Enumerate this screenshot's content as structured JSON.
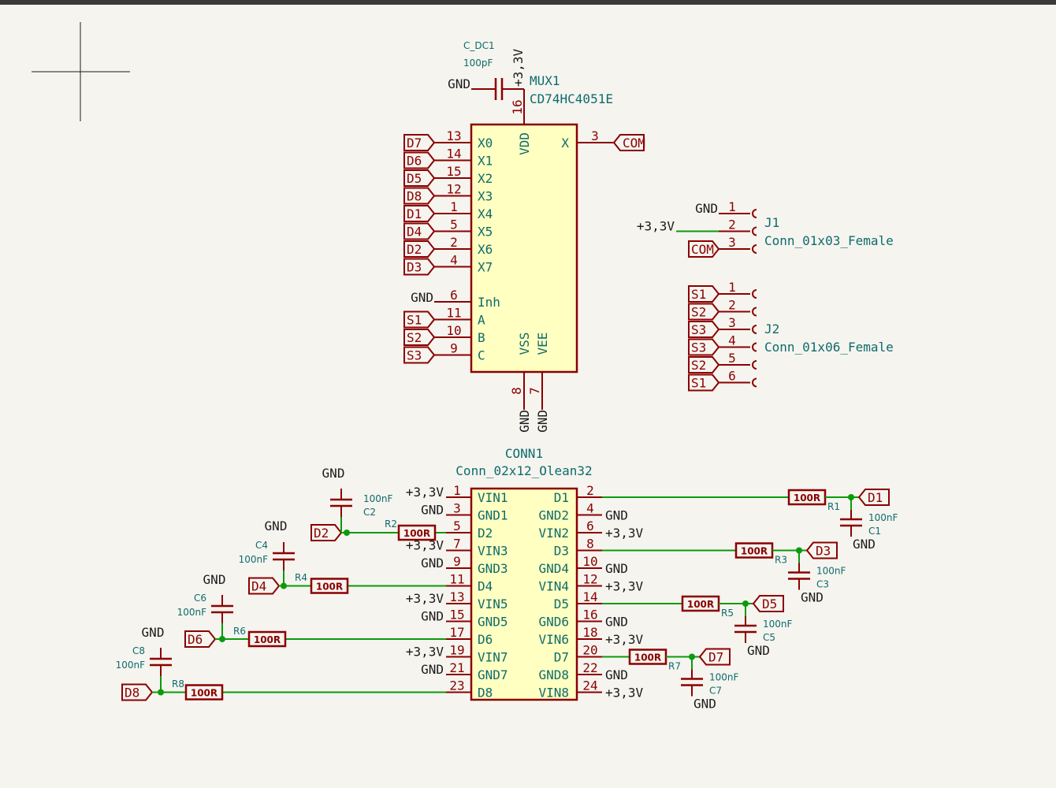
{
  "mux": {
    "ref": "MUX1",
    "value": "CD74HC4051E",
    "pins_left": [
      {
        "num": "13",
        "name": "X0",
        "label": "D7"
      },
      {
        "num": "14",
        "name": "X1",
        "label": "D6"
      },
      {
        "num": "15",
        "name": "X2",
        "label": "D5"
      },
      {
        "num": "12",
        "name": "X3",
        "label": "D8"
      },
      {
        "num": "1",
        "name": "X4",
        "label": "D1"
      },
      {
        "num": "5",
        "name": "X5",
        "label": "D4"
      },
      {
        "num": "2",
        "name": "X6",
        "label": "D2"
      },
      {
        "num": "4",
        "name": "X7",
        "label": "D3"
      },
      {
        "num": "6",
        "name": "Inh",
        "power": "GND"
      },
      {
        "num": "11",
        "name": "A",
        "label": "S1"
      },
      {
        "num": "10",
        "name": "B",
        "label": "S2"
      },
      {
        "num": "9",
        "name": "C",
        "label": "S3"
      }
    ],
    "pin_x": {
      "num": "3",
      "name": "X",
      "label": "COM"
    },
    "pin_vdd": {
      "num": "16",
      "name": "VDD",
      "power": "+3,3V"
    },
    "pin_vss": {
      "num": "8",
      "name": "VSS",
      "power": "GND"
    },
    "pin_vee": {
      "num": "7",
      "name": "VEE",
      "power": "GND"
    }
  },
  "cdc": {
    "ref": "C_DC1",
    "value": "100pF",
    "gnd": "GND"
  },
  "j1": {
    "ref": "J1",
    "value": "Conn_01x03_Female",
    "pins": [
      {
        "num": "1",
        "net": "GND",
        "type": "power"
      },
      {
        "num": "2",
        "net": "+3,3V",
        "type": "power"
      },
      {
        "num": "3",
        "net": "COM",
        "type": "label"
      }
    ]
  },
  "j2": {
    "ref": "J2",
    "value": "Conn_01x06_Female",
    "pins": [
      {
        "num": "1",
        "label": "S1"
      },
      {
        "num": "2",
        "label": "S2"
      },
      {
        "num": "3",
        "label": "S3"
      },
      {
        "num": "4",
        "label": "S3"
      },
      {
        "num": "5",
        "label": "S2"
      },
      {
        "num": "6",
        "label": "S1"
      }
    ]
  },
  "conn1": {
    "ref": "CONN1",
    "value": "Conn_02x12_Olean32",
    "left": [
      {
        "num": "1",
        "name": "VIN1",
        "net": "+3,3V"
      },
      {
        "num": "3",
        "name": "GND1",
        "net": "GND"
      },
      {
        "num": "5",
        "name": "D2",
        "net": ""
      },
      {
        "num": "7",
        "name": "VIN3",
        "net": "+3,3V"
      },
      {
        "num": "9",
        "name": "GND3",
        "net": "GND"
      },
      {
        "num": "11",
        "name": "D4",
        "net": ""
      },
      {
        "num": "13",
        "name": "VIN5",
        "net": "+3,3V"
      },
      {
        "num": "15",
        "name": "GND5",
        "net": "GND"
      },
      {
        "num": "17",
        "name": "D6",
        "net": ""
      },
      {
        "num": "19",
        "name": "VIN7",
        "net": "+3,3V"
      },
      {
        "num": "21",
        "name": "GND7",
        "net": "GND"
      },
      {
        "num": "23",
        "name": "D8",
        "net": ""
      }
    ],
    "right": [
      {
        "num": "2",
        "name": "D1",
        "net": ""
      },
      {
        "num": "4",
        "name": "GND2",
        "net": "GND"
      },
      {
        "num": "6",
        "name": "VIN2",
        "net": "+3,3V"
      },
      {
        "num": "8",
        "name": "D3",
        "net": ""
      },
      {
        "num": "10",
        "name": "GND4",
        "net": "GND"
      },
      {
        "num": "12",
        "name": "VIN4",
        "net": "+3,3V"
      },
      {
        "num": "14",
        "name": "D5",
        "net": ""
      },
      {
        "num": "16",
        "name": "GND6",
        "net": "GND"
      },
      {
        "num": "18",
        "name": "VIN6",
        "net": "+3,3V"
      },
      {
        "num": "20",
        "name": "D7",
        "net": ""
      },
      {
        "num": "22",
        "name": "GND8",
        "net": "GND"
      },
      {
        "num": "24",
        "name": "VIN8",
        "net": "+3,3V"
      }
    ]
  },
  "filters_left": [
    {
      "label": "D2",
      "r": "R2",
      "rv": "100R",
      "c": "C2",
      "cv": "100nF",
      "gnd": "GND"
    },
    {
      "label": "D4",
      "r": "R4",
      "rv": "100R",
      "c": "C4",
      "cv": "100nF",
      "gnd": "GND"
    },
    {
      "label": "D6",
      "r": "R6",
      "rv": "100R",
      "c": "C6",
      "cv": "100nF",
      "gnd": "GND"
    },
    {
      "label": "D8",
      "r": "R8",
      "rv": "100R",
      "c": "C8",
      "cv": "100nF",
      "gnd": "GND"
    }
  ],
  "filters_right": [
    {
      "label": "D1",
      "r": "R1",
      "rv": "100R",
      "c": "C1",
      "cv": "100nF",
      "gnd": "GND"
    },
    {
      "label": "D3",
      "r": "R3",
      "rv": "100R",
      "c": "C3",
      "cv": "100nF",
      "gnd": "GND"
    },
    {
      "label": "D5",
      "r": "R5",
      "rv": "100R",
      "c": "C5",
      "cv": "100nF",
      "gnd": "GND"
    },
    {
      "label": "D7",
      "r": "R7",
      "rv": "100R",
      "c": "C7",
      "cv": "100nF",
      "gnd": "GND"
    }
  ],
  "colors": {
    "wire": "#0b9a0b",
    "symbol": "#8b0000",
    "body_fill": "#ffffc2",
    "text": "#0e6b6b",
    "background": "#f5f4ef"
  }
}
